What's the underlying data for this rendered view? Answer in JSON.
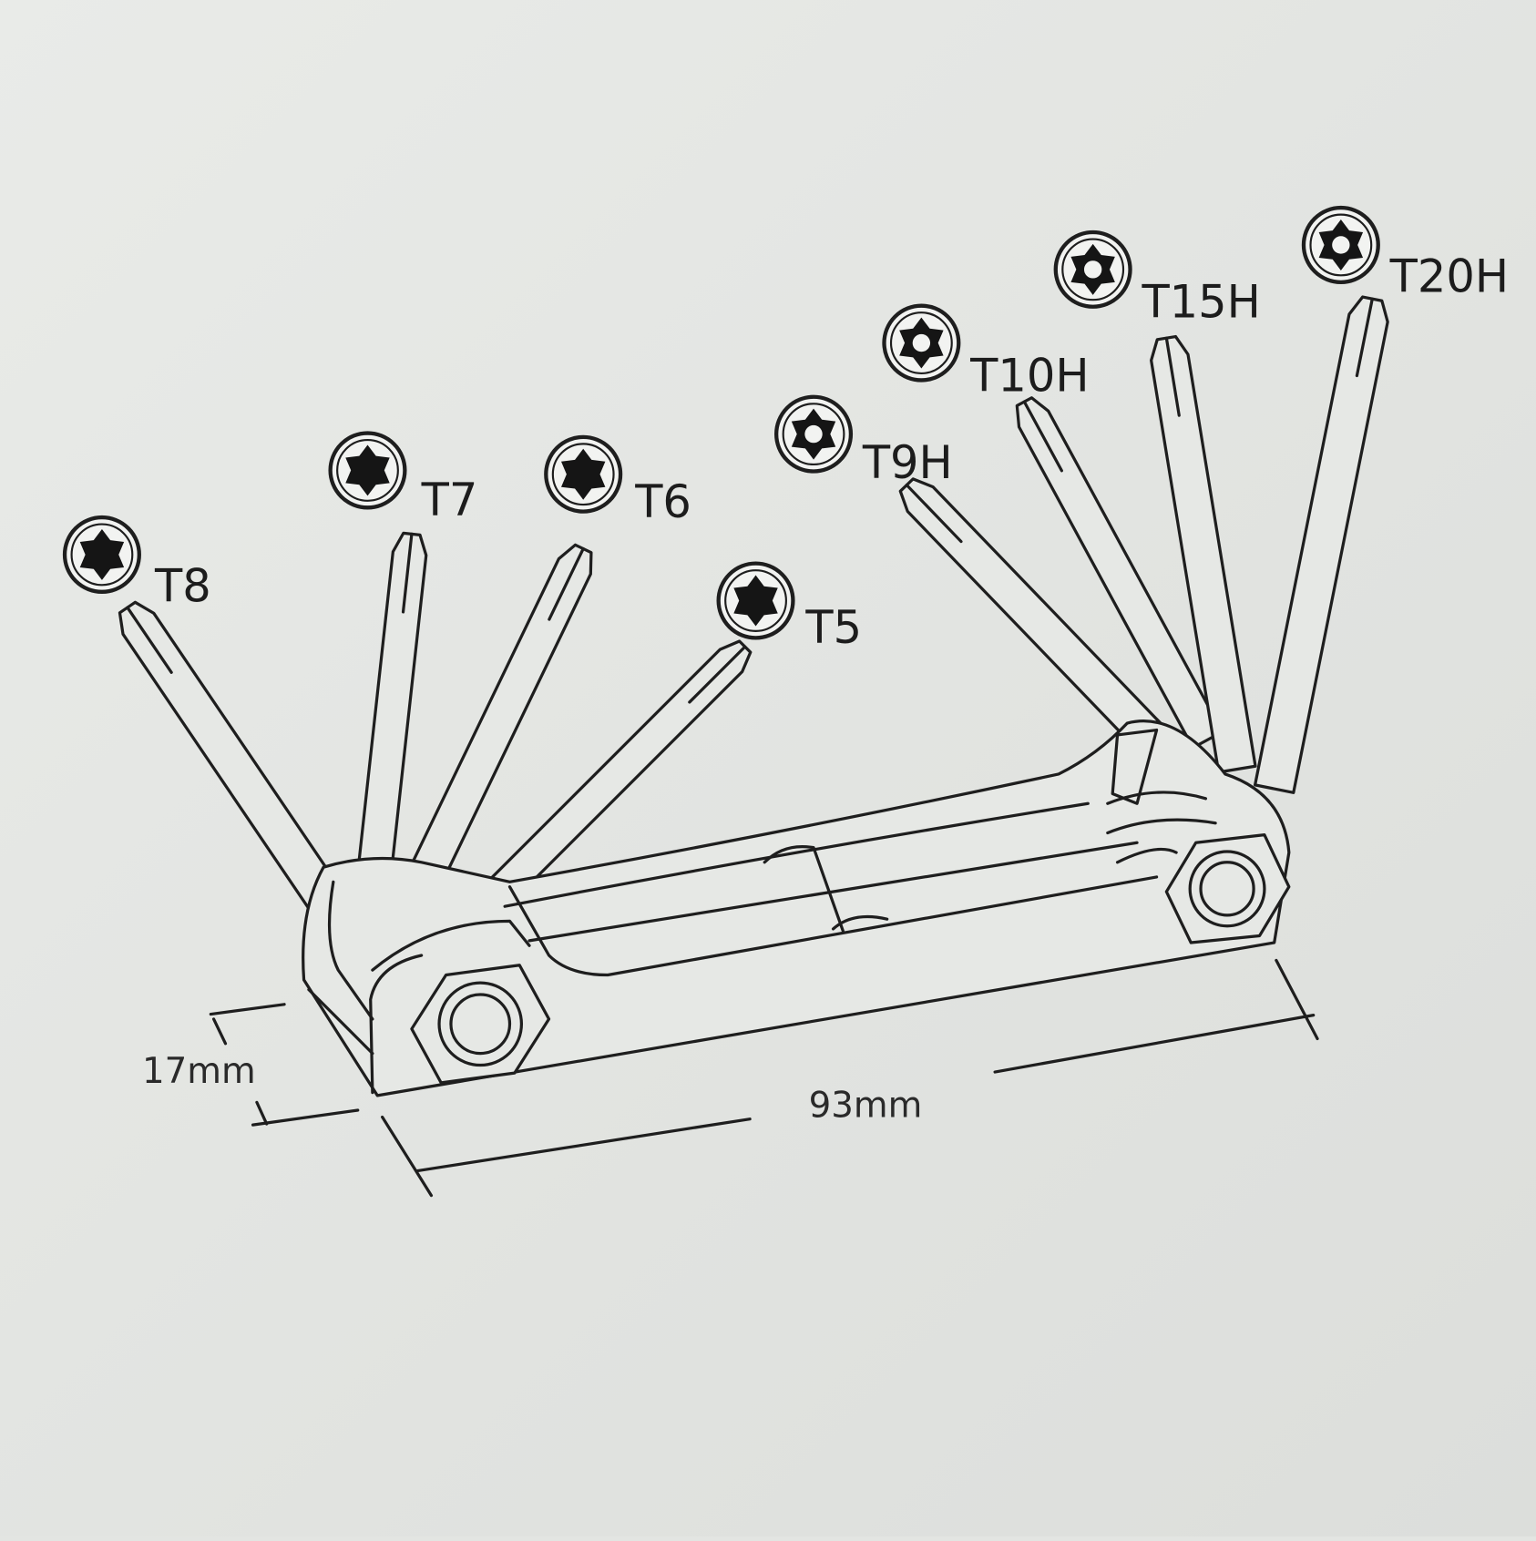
{
  "title": "Folding Torx key set diagram",
  "bits": [
    {
      "id": "t8",
      "label": "T8"
    },
    {
      "id": "t7",
      "label": "T7"
    },
    {
      "id": "t6",
      "label": "T6"
    },
    {
      "id": "t5",
      "label": "T5"
    },
    {
      "id": "t9h",
      "label": "T9H"
    },
    {
      "id": "t10h",
      "label": "T10H"
    },
    {
      "id": "t15h",
      "label": "T15H"
    },
    {
      "id": "t20h",
      "label": "T20H"
    }
  ],
  "dimensions": {
    "height": "17mm",
    "length": "93mm"
  },
  "colors": {
    "background": "#e3e5e2",
    "ink": "#1e1e1e"
  }
}
